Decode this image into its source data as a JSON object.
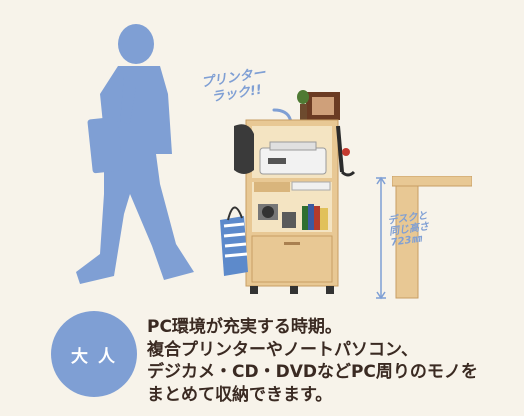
{
  "label": {
    "badge": "大 人",
    "callout_lines": [
      "プリンター",
      "ラック!!"
    ],
    "height_note_lines": [
      "デスクと",
      "同じ高さ",
      "723㎜"
    ],
    "description_lines": [
      "PC環境が充実する時期。",
      "複合プリンターやノートパソコン、",
      "デジカメ・CD・DVDなどPC周りのモノを",
      "まとめて収納できます。"
    ]
  },
  "colors": {
    "background": "#f7f3ea",
    "accent_blue": "#7f9fd4",
    "wood": "#e8c894",
    "text": "#3a2a22"
  },
  "icons": [
    "person-silhouette",
    "printer-rack-illustration",
    "desk-edge",
    "curved-arrow-icon",
    "height-dimension-icon"
  ]
}
